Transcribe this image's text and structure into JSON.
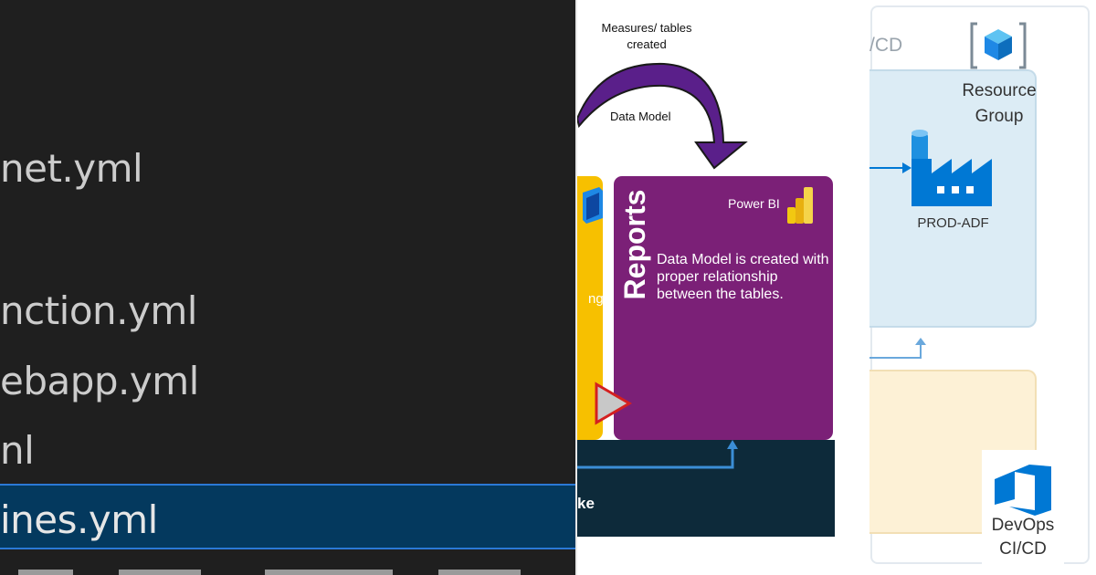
{
  "editor": {
    "files": [
      "net.yml",
      "nction.yml",
      "ebapp.yml",
      "nl",
      "ines.yml"
    ],
    "selected_index": 4
  },
  "diagram": {
    "measures_label": "Measures/ tables created",
    "data_model_label": "Data Model",
    "reports_title": "Reports",
    "powerbi_label": "Power BI",
    "description": "Data Model is created with proper relationship between the tables.",
    "yellow_card_fragment": "ng",
    "bottom_fragment": "ke",
    "colors": {
      "reports": "#7b2077",
      "yellow": "#f7c000",
      "bar": "#0d2a3a",
      "arrow": "#5a1f8a"
    }
  },
  "devops": {
    "header_fragment": "/CD",
    "resource_group_label": "Resource Group",
    "adf_label": "PROD-ADF",
    "devops_label": "DevOps",
    "cicd_label": "CI/CD",
    "colors": {
      "azure": "#0078d4",
      "rg_bg": "#dcecf5",
      "yellow_bg": "#fdf1d6"
    }
  }
}
